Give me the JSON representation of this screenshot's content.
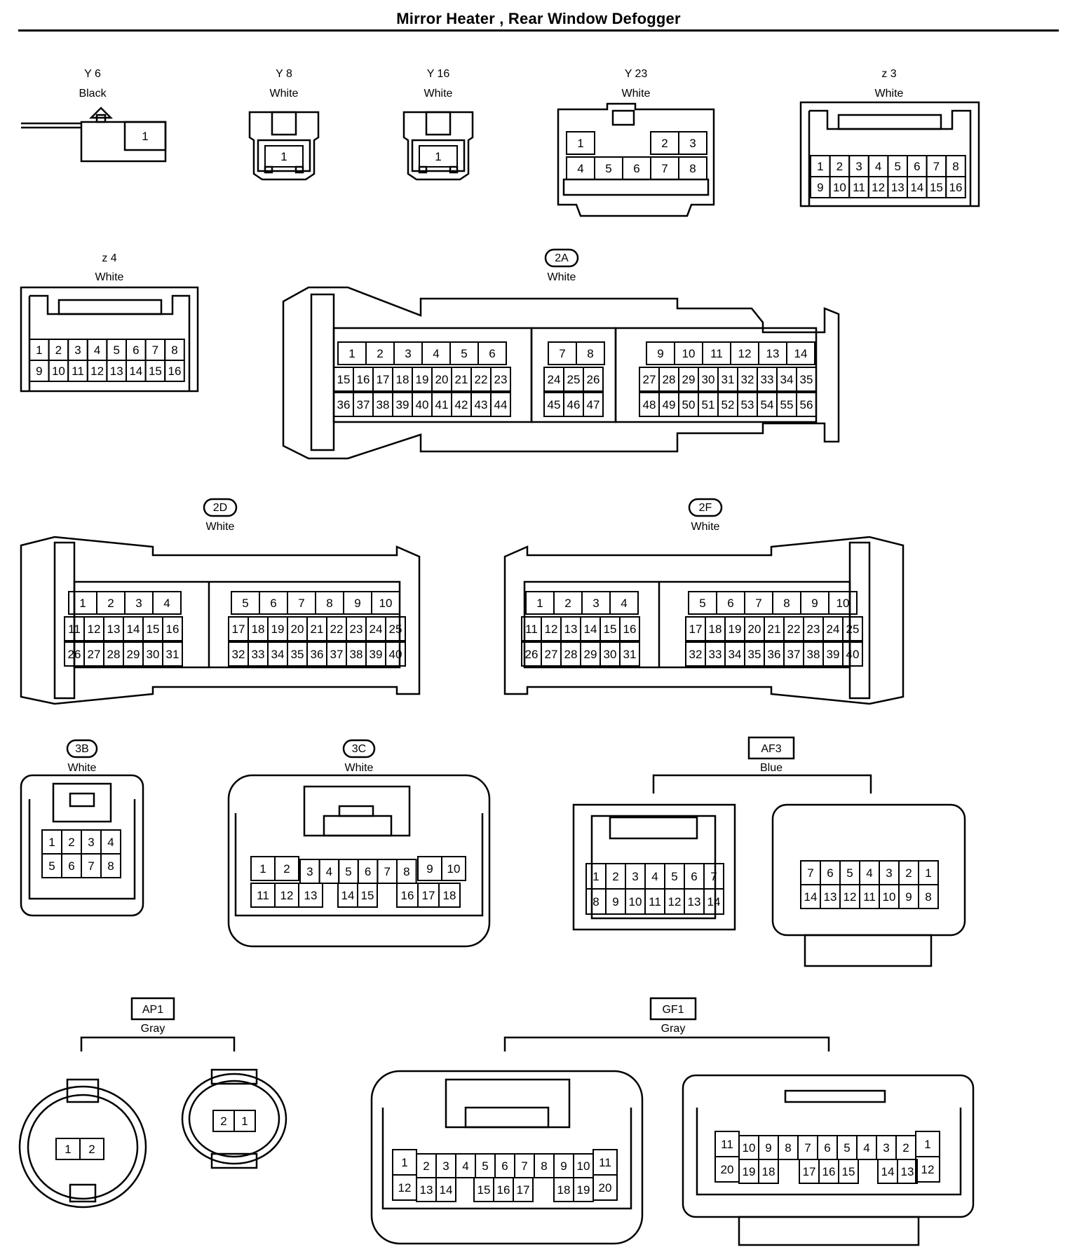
{
  "title": "Mirror Heater , Rear Window Defogger",
  "connectors": {
    "y6": {
      "id": "Y 6",
      "color": "Black",
      "pins": [
        "1"
      ]
    },
    "y8": {
      "id": "Y 8",
      "color": "White",
      "pins": [
        "1"
      ]
    },
    "y16": {
      "id": "Y 16",
      "color": "White",
      "pins": [
        "1"
      ]
    },
    "y23": {
      "id": "Y 23",
      "color": "White",
      "rows": [
        [
          "1",
          "",
          "",
          "2",
          "3"
        ],
        [
          "4",
          "5",
          "6",
          "7",
          "8"
        ]
      ]
    },
    "z3": {
      "id": "z 3",
      "color": "White",
      "rows": [
        [
          "1",
          "2",
          "3",
          "4",
          "5",
          "6",
          "7",
          "8"
        ],
        [
          "9",
          "10",
          "11",
          "12",
          "13",
          "14",
          "15",
          "16"
        ]
      ]
    },
    "z4": {
      "id": "z 4",
      "color": "White",
      "rows": [
        [
          "1",
          "2",
          "3",
          "4",
          "5",
          "6",
          "7",
          "8"
        ],
        [
          "9",
          "10",
          "11",
          "12",
          "13",
          "14",
          "15",
          "16"
        ]
      ]
    },
    "c2a": {
      "id": "2A",
      "color": "White",
      "groups": [
        [
          [
            "1",
            "2",
            "3",
            "4",
            "5",
            "6"
          ],
          [
            "15",
            "16",
            "17",
            "18",
            "19",
            "20",
            "21",
            "22",
            "23"
          ],
          [
            "36",
            "37",
            "38",
            "39",
            "40",
            "41",
            "42",
            "43",
            "44"
          ]
        ],
        [
          [
            "7",
            "8"
          ],
          [
            "24",
            "25",
            "26"
          ],
          [
            "45",
            "46",
            "47"
          ]
        ],
        [
          [
            "9",
            "10",
            "11",
            "12",
            "13",
            "14"
          ],
          [
            "27",
            "28",
            "29",
            "30",
            "31",
            "32",
            "33",
            "34",
            "35"
          ],
          [
            "48",
            "49",
            "50",
            "51",
            "52",
            "53",
            "54",
            "55",
            "56"
          ]
        ]
      ]
    },
    "c2d": {
      "id": "2D",
      "color": "White",
      "groups": [
        [
          [
            "1",
            "2",
            "3",
            "4"
          ],
          [
            "11",
            "12",
            "13",
            "14",
            "15",
            "16"
          ],
          [
            "26",
            "27",
            "28",
            "29",
            "30",
            "31"
          ]
        ],
        [
          [
            "5",
            "6",
            "7",
            "8",
            "9",
            "10"
          ],
          [
            "17",
            "18",
            "19",
            "20",
            "21",
            "22",
            "23",
            "24",
            "25"
          ],
          [
            "32",
            "33",
            "34",
            "35",
            "36",
            "37",
            "38",
            "39",
            "40"
          ]
        ]
      ]
    },
    "c2f": {
      "id": "2F",
      "color": "White",
      "groups": [
        [
          [
            "1",
            "2",
            "3",
            "4"
          ],
          [
            "11",
            "12",
            "13",
            "14",
            "15",
            "16"
          ],
          [
            "26",
            "27",
            "28",
            "29",
            "30",
            "31"
          ]
        ],
        [
          [
            "5",
            "6",
            "7",
            "8",
            "9",
            "10"
          ],
          [
            "17",
            "18",
            "19",
            "20",
            "21",
            "22",
            "23",
            "24",
            "25"
          ],
          [
            "32",
            "33",
            "34",
            "35",
            "36",
            "37",
            "38",
            "39",
            "40"
          ]
        ]
      ]
    },
    "c3b": {
      "id": "3B",
      "color": "White",
      "rows": [
        [
          "1",
          "2",
          "3",
          "4"
        ],
        [
          "5",
          "6",
          "7",
          "8"
        ]
      ]
    },
    "c3c": {
      "id": "3C",
      "color": "White",
      "top": [
        "1",
        "2",
        "3",
        "4",
        "5",
        "6",
        "7",
        "8",
        "9",
        "10"
      ],
      "bottom": [
        "11",
        "12",
        "13",
        "14",
        "15",
        "16",
        "17",
        "18"
      ]
    },
    "af3": {
      "id": "AF3",
      "color": "Blue",
      "left": [
        [
          "1",
          "2",
          "3",
          "4",
          "5",
          "6",
          "7"
        ],
        [
          "8",
          "9",
          "10",
          "11",
          "12",
          "13",
          "14"
        ]
      ],
      "right": [
        [
          "7",
          "6",
          "5",
          "4",
          "3",
          "2",
          "1"
        ],
        [
          "14",
          "13",
          "12",
          "11",
          "10",
          "9",
          "8"
        ]
      ]
    },
    "ap1": {
      "id": "AP1",
      "color": "Gray",
      "left": [
        "1",
        "2"
      ],
      "right": [
        "2",
        "1"
      ]
    },
    "gf1": {
      "id": "GF1",
      "color": "Gray",
      "left_top": [
        "1",
        "2",
        "3",
        "4",
        "5",
        "6",
        "7",
        "8",
        "9",
        "10",
        "11"
      ],
      "left_bottom": [
        "12",
        "13",
        "14",
        "15",
        "16",
        "17",
        "18",
        "19",
        "20"
      ],
      "right_top": [
        "11",
        "10",
        "9",
        "8",
        "7",
        "6",
        "5",
        "4",
        "3",
        "2",
        "1"
      ],
      "right_bottom": [
        "20",
        "19",
        "18",
        "17",
        "16",
        "15",
        "14",
        "13",
        "12"
      ]
    }
  }
}
